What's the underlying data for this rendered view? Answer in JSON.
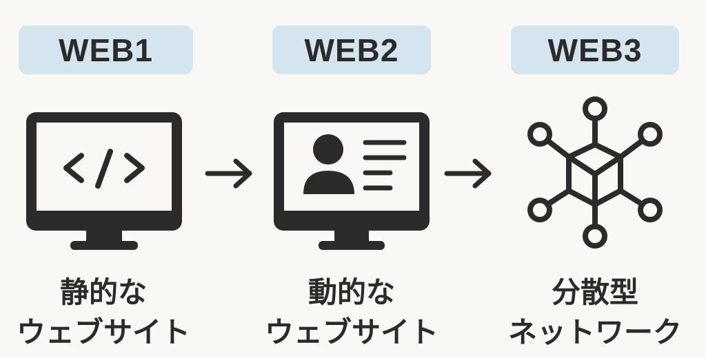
{
  "stages": [
    {
      "label": "WEB1",
      "caption_line1": "静的な",
      "caption_line2": "ウェブサイト",
      "icon": "monitor-code-icon"
    },
    {
      "label": "WEB2",
      "caption_line1": "動的な",
      "caption_line2": "ウェブサイト",
      "icon": "monitor-profile-icon"
    },
    {
      "label": "WEB3",
      "caption_line1": "分散型",
      "caption_line2": "ネットワーク",
      "icon": "network-cube-icon"
    }
  ],
  "colors": {
    "background": "#faf8f5",
    "pill": "#d5e5f0",
    "ink": "#2b2b2b"
  }
}
